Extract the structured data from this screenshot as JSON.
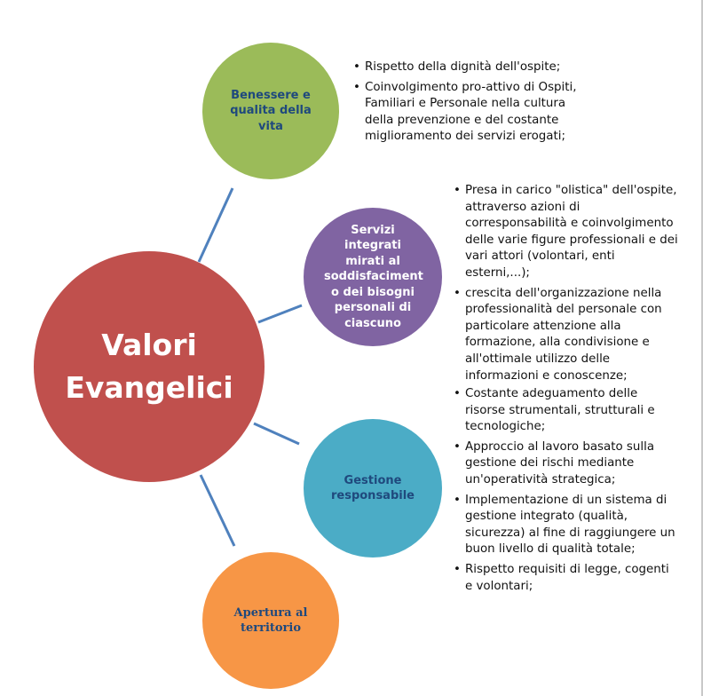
{
  "center": {
    "line1": "Valori",
    "line2": "Evangelici"
  },
  "nodes": [
    {
      "label": "Benessere e qualita della vita",
      "color": "#9bbb59",
      "bullets": [
        "Rispetto della dignità dell'ospite;",
        "Coinvolgimento pro-attivo di Ospiti, Familiari e Personale nella cultura della prevenzione e del costante miglioramento dei servizi erogati;"
      ]
    },
    {
      "label": "Servizi integrati mirati al soddisfaciment o dei bisogni personali di ciascuno",
      "color": "#8064a2",
      "bullets": [
        "Presa in carico \"olistica\" dell'ospite, attraverso azioni di corresponsabilità e coinvolgimento delle varie figure professionali e dei vari attori (volontari, enti esterni,...);",
        "crescita dell'organizzazione nella professionalità del personale con particolare attenzione  alla formazione, alla condivisione e all'ottimale utilizzo delle informazioni e conoscenze;"
      ]
    },
    {
      "label": "Gestione responsabile",
      "color": "#4bacc6",
      "bullets": [
        "Costante adeguamento delle risorse strumentali, strutturali e tecnologiche;",
        "Approccio al lavoro basato sulla gestione dei rischi mediante un'operatività strategica;",
        "Implementazione di un sistema di gestione integrato (qualità, sicurezza) al fine di raggiungere un buon livello di qualità totale;",
        "Rispetto requisiti di legge, cogenti e volontari;"
      ]
    },
    {
      "label": "Apertura al territorio",
      "color": "#f79646"
    }
  ],
  "connector_color": "#4f81bd"
}
